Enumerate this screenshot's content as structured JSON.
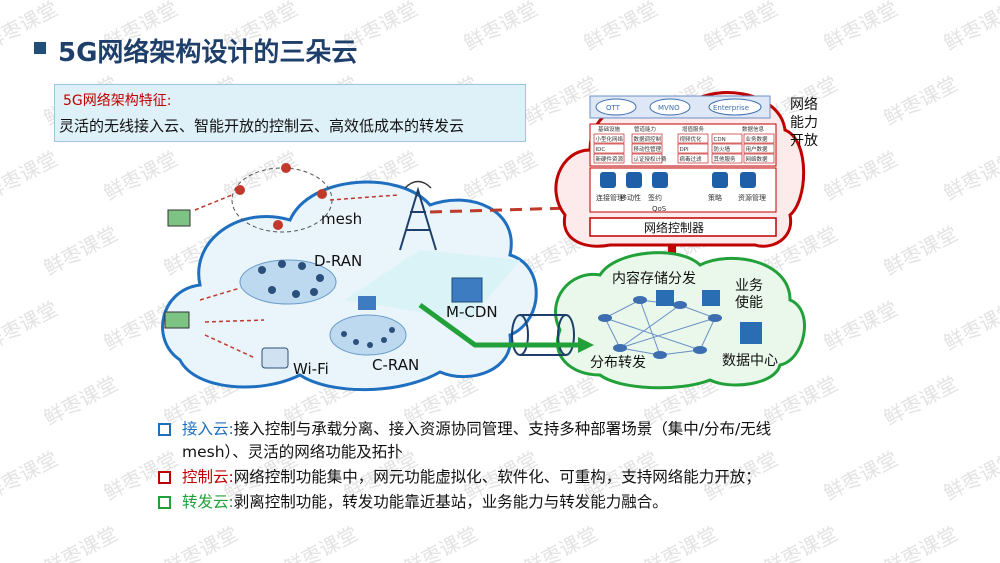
{
  "title": "5G网络架构设计的三朵云",
  "feature": {
    "heading": "5G网络架构特征:",
    "text": "灵活的无线接入云、智能开放的控制云、高效低成本的转发云"
  },
  "diagram": {
    "access_labels": [
      "mesh",
      "D-RAN",
      "M-CDN",
      "C-RAN",
      "Wi-Fi"
    ],
    "control": {
      "services": [
        "OTT",
        "MVNO",
        "Enterprise"
      ],
      "side_label": "网络能力开放",
      "top_headers": [
        "基础设施",
        "管道能力",
        "增值服务",
        "数据信息"
      ],
      "top_cells": [
        [
          "小型化网络",
          "IDC",
          "新硬件资源"
        ],
        [
          "数据调控制",
          "移动性管理",
          "认证授权计费"
        ],
        [
          "视频优化",
          "DPI",
          "病毒过滤"
        ],
        [
          "CDN",
          "防火墙",
          "其他服务"
        ],
        [
          "业务数据",
          "用户数据",
          "网络数据"
        ]
      ],
      "module_labels": [
        "连接管理",
        "移动性",
        "签约",
        "QoS",
        "策略",
        "资源管理"
      ],
      "controller": "网络控制器"
    },
    "forward": {
      "labels": [
        "内容存储分发",
        "业务使能",
        "分布转发",
        "数据中心"
      ]
    }
  },
  "bullets": [
    {
      "head": "接入云:",
      "text": "接入控制与承载分离、接入资源协同管理、支持多种部署场景（集中/分布/无线mesh）、灵活的网络功能及拓扑",
      "color": "#1f6fc0"
    },
    {
      "head": "控制云:",
      "text": "网络控制功能集中，网元功能虚拟化、软件化、可重构，支持网络能力开放；",
      "color": "#c00000"
    },
    {
      "head": "转发云:",
      "text": "剥离控制功能，转发功能靠近基站，业务能力与转发能力融合。",
      "color": "#22a03a"
    }
  ],
  "watermark": "鲜枣课堂",
  "colors": {
    "access": "#1f6fc0",
    "control": "#c00000",
    "forward": "#22a03a",
    "title": "#1f3f6b"
  }
}
